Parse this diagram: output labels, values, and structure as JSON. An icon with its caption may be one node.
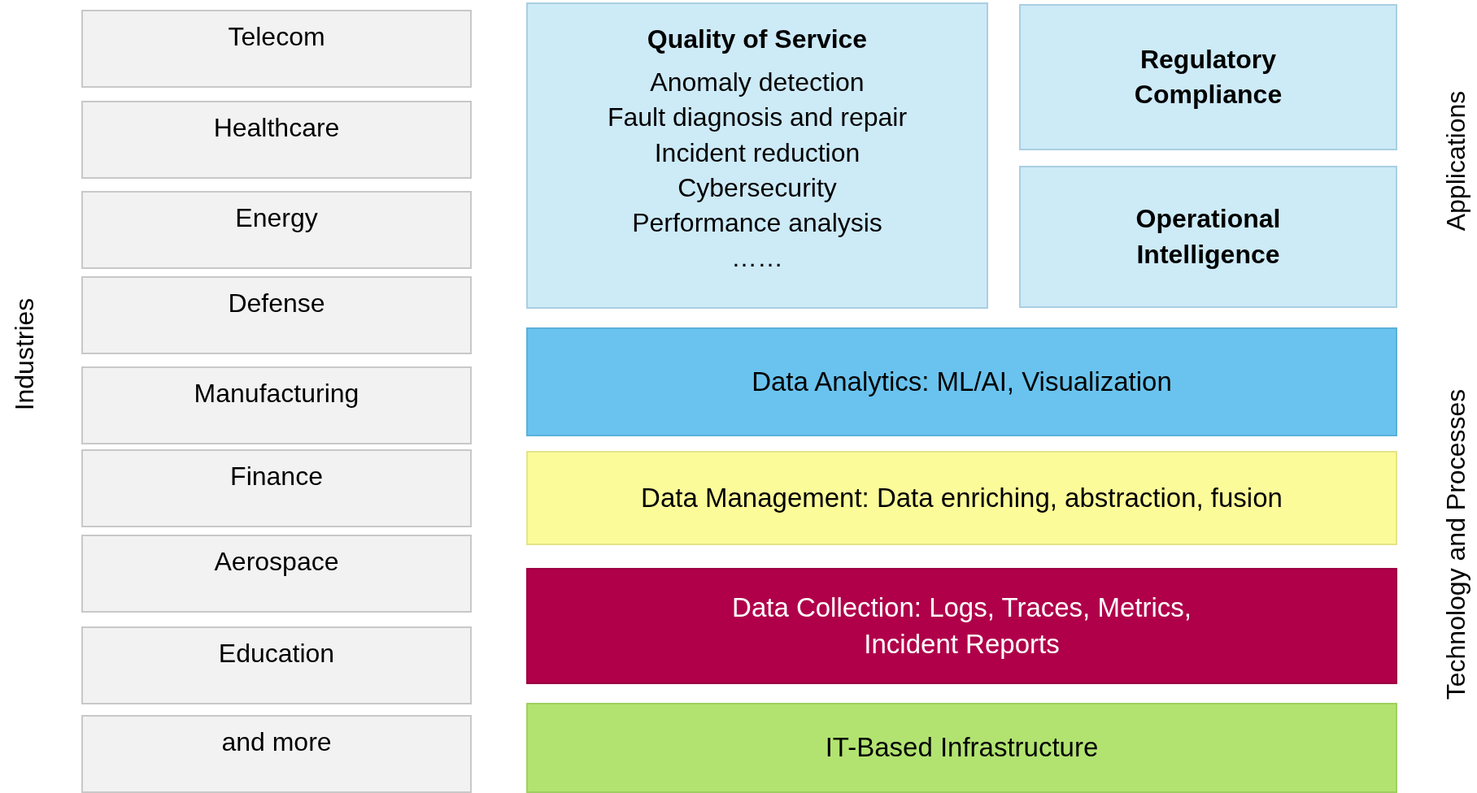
{
  "diagram": {
    "nodes": [
      {
        "text": [
          "Telecom"
        ]
      },
      {
        "text": [
          "Healthcare"
        ]
      },
      {
        "text": [
          "Energy"
        ]
      },
      {
        "text": [
          "Defense"
        ]
      },
      {
        "text": [
          "Manufacturing"
        ]
      },
      {
        "text": [
          "Finance"
        ]
      },
      {
        "text": [
          "Aerospace"
        ]
      },
      {
        "text": [
          "Education"
        ]
      },
      {
        "text": [
          "and more"
        ]
      },
      {
        "text": [
          "Quality of Service",
          "Anomaly detection",
          "Fault diagnosis and repair",
          "Incident reduction",
          "Cybersecurity",
          "Performance analysis",
          "……"
        ]
      },
      {
        "text": [
          "Regulatory Compliance"
        ]
      },
      {
        "text": [
          "Operational Intelligence"
        ]
      },
      {
        "text": [
          "Data Analytics: ML/AI, Visualization"
        ]
      },
      {
        "text": [
          "Data Management: Data enriching, abstraction, fusion"
        ]
      },
      {
        "text": [
          "Data Collection: Logs, Traces, Metrics, Incident Reports"
        ]
      },
      {
        "text": [
          "IT-Based Infrastructure"
        ]
      }
    ],
    "labels": [
      "Applications",
      "Industries",
      "Technology and Processes"
    ]
  }
}
